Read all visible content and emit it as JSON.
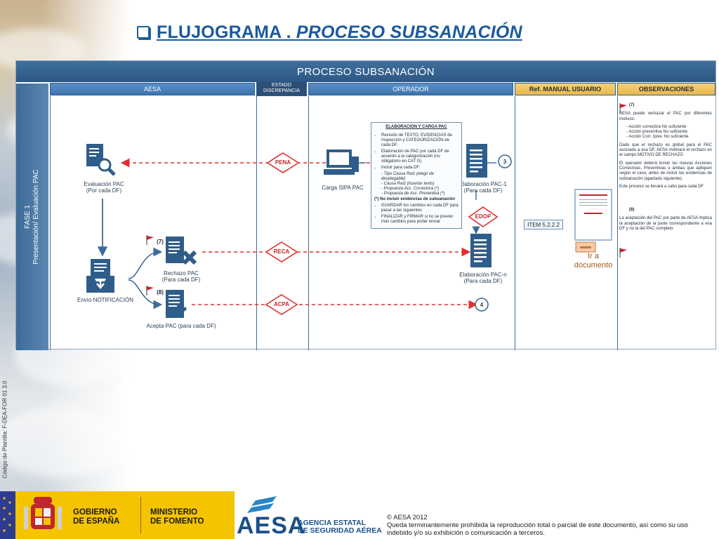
{
  "page": {
    "title_prefix": "FLUJOGRAMA . ",
    "title_main": "PROCESO SUBSANACIÓN"
  },
  "diagram": {
    "header": "PROCESO  SUBSANACIÓN",
    "fase_line1": "FASE 1",
    "fase_line2": "Presentación/ Evaluación PAC",
    "columns": {
      "aesa": "AESA",
      "estado_line1": "ESTADO",
      "estado_line2": "DISCREPANCIA",
      "operador": "OPERADOR",
      "ref_manual": "Ref. MANUAL USUARIO",
      "observaciones": "OBSERVACIONES"
    },
    "nodes": {
      "evaluacion_line1": "Evaluación PAC",
      "evaluacion_line2": "(Por cada DF)",
      "envio": "Envío NOTIFICACIÓN",
      "rechazo_line1": "Rechazo PAC",
      "rechazo_line2": "(Para cada DF)",
      "acepta": "Acepta PAC (para cada DF)",
      "carga": "Carga SIPA PAC",
      "elab1_line1": "Elaboración PAC-1",
      "elab1_line2": "(Para cada DF)",
      "elabn_line1": "Elaboración PAC-n",
      "elabn_line2": "(Para cada DF)",
      "flag7": "(7)",
      "flag8": "(8)"
    },
    "states": {
      "pena": "PENA",
      "reca": "RECA",
      "acpa": "ACPA",
      "edop": "EDOP"
    },
    "connectors": {
      "c3": "3",
      "c4": "4"
    },
    "elab_box": {
      "heading": "ELABORACIÓN Y CARGA PAC",
      "item1": "Revisión de TEXTO, EVIDENCIAS de Inspección y CATEGORIZACIÓN de cada DF.",
      "item2": "Elaboración de PAC por cada DF de acuerdo a la categorización (no obligatorio en CAT G)",
      "item3": "Incluir para cada DF:",
      "sub1": "- Tipo Causa Raíz (elegir de desplegable)",
      "sub2": "- Causa Raíz (insertar texto)",
      "sub3": "- Propuesta Acc. Correctora (*)",
      "sub4": "- Propuesta de Acc. Preventiva (*)",
      "note": "(*) No incluir evidencias de subsanación",
      "item4": "GUARDAR  los cambios en cada DF para pasar a las siguientes",
      "item5": "FINALIZAR y FIRMAR si no se prevén más cambios para poder enviar"
    },
    "item_ref": "ITEM 5.2.2.2",
    "doc_link": "Ir a documento",
    "observaciones": {
      "flag7": "(7)",
      "p1": "AESA puede rechazar el PAC por diferentes motivos:",
      "b1": "- Acción correctiva No suficiente",
      "b2": "- Acción preventiva No suficiente",
      "b3": "- Acción Corr. /prev. No suficiente",
      "p2": "Dado que el rechazo es global para el PAC asociado a esa DF, AESA motivará el rechazo en el campo MOTIVO DE RECHAZO",
      "p3": "El operador deberá incluir las nuevas Acciones Correctivas, Preventivas o ambas que apliquen según el caso, antes de incluir las evidencias de subsanación (apartado siguiente).",
      "p4": "Este proceso se llevará a cabo para cada DF",
      "flag8": "(8)",
      "p5": "La aceptación del PAC por parte de AESA implica la aceptación de la parte correspondiente a esa DF y no la del PAC completo"
    }
  },
  "side": {
    "form_code": "Código de Plantilla:  F-DEA-FOR 01 3.0"
  },
  "footer": {
    "gov_line1": "GOBIERNO",
    "gov_line2": "DE ESPAÑA",
    "min_line1": "MINISTERIO",
    "min_line2": "DE FOMENTO",
    "aesa": "AESA",
    "agency_line1": "AGENCIA ESTATAL",
    "agency_line2": "DE SEGURIDAD AÉREA",
    "copyright_line1": "© AESA 2012",
    "copyright_line2": "Queda terminantemente prohibida la reproducción total o parcial de este documento, así como su uso indebido y/o su exhibición o comunicación a terceros."
  },
  "colors": {
    "accent": "#1a5aa0",
    "header": "#2d5784",
    "dash": "#e03030",
    "yellow": "#f5c400"
  },
  "icons": [
    "checkbox-icon",
    "document-search-icon",
    "inbox-download-icon",
    "document-reject-icon",
    "document-accept-icon",
    "computer-icon",
    "document-icon",
    "flag-icon",
    "connector-icon",
    "coat-of-arms-icon",
    "aesa-logo-icon",
    "eu-flag-icon"
  ]
}
